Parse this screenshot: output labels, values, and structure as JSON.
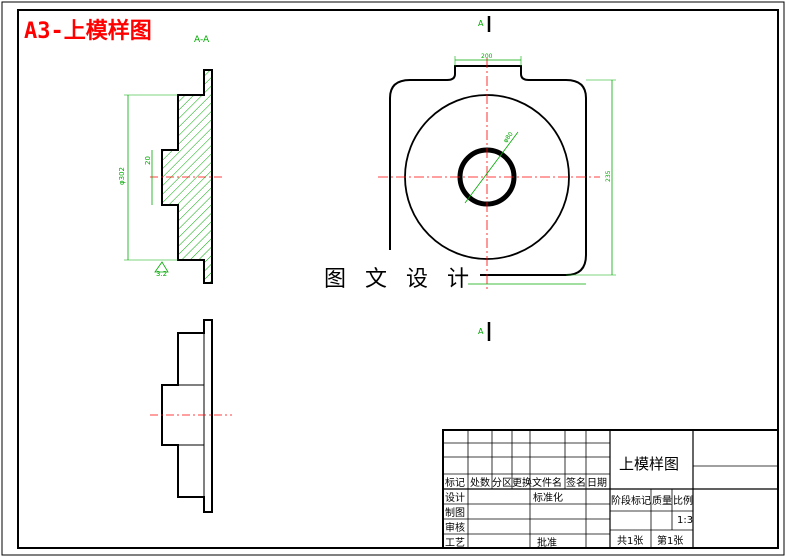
{
  "drawing": {
    "title": "A3-上模样图",
    "section_label": "A-A",
    "watermark": "图 文 设 计",
    "section_mark_top": "A",
    "section_mark_bottom": "A"
  },
  "dimensions": {
    "top_width": "200",
    "diameter_small": "φ80",
    "side_height": "235",
    "left_diameter": "φ302",
    "left_inner": "20",
    "roughness": "3.2"
  },
  "title_block": {
    "part_name": "上模样图",
    "headers": [
      "标记",
      "处数",
      "分区",
      "更换文件名",
      "签名",
      "日期"
    ],
    "row_design": "设计",
    "row_standard": "标准化",
    "row_draw": "制图",
    "row_review": "审核",
    "row_process": "工艺",
    "approve": "批准",
    "stage_mark": "阶段标记",
    "weight": "质量",
    "scale_label": "比例",
    "scale_value": "1:3",
    "sheets_total": "共1张",
    "sheet_no": "第1张"
  }
}
